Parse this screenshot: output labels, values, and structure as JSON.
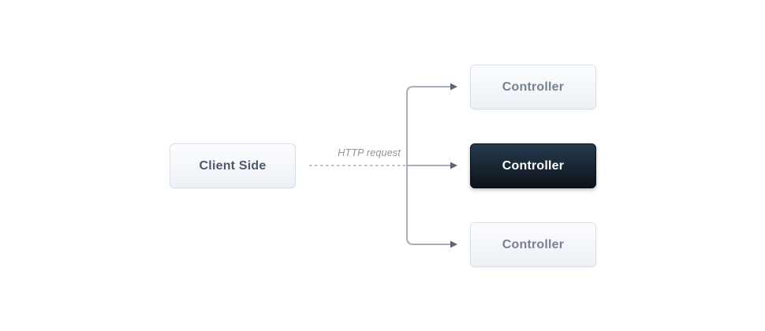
{
  "diagram": {
    "client_box": {
      "label": "Client Side"
    },
    "arrow_label": "HTTP request",
    "controllers": [
      {
        "label": "Controller",
        "variant": "light"
      },
      {
        "label": "Controller",
        "variant": "dark"
      },
      {
        "label": "Controller",
        "variant": "light"
      }
    ],
    "colors": {
      "background": "#ffffff",
      "connector_line": "#a6afbb",
      "dashed_line": "#bcc3cc",
      "arrowhead": "#5c6773",
      "light_box_border": "#d8dfe7",
      "light_box_fill_top": "#fcfdfe",
      "light_box_fill_bottom": "#edf1f6",
      "dark_box_fill_top": "#263b4e",
      "dark_box_fill_bottom": "#0c1218",
      "client_text": "#4d5966",
      "controller_light_text": "#77818f",
      "controller_dark_text": "#ffffff",
      "label_text": "#8b94a0"
    }
  }
}
